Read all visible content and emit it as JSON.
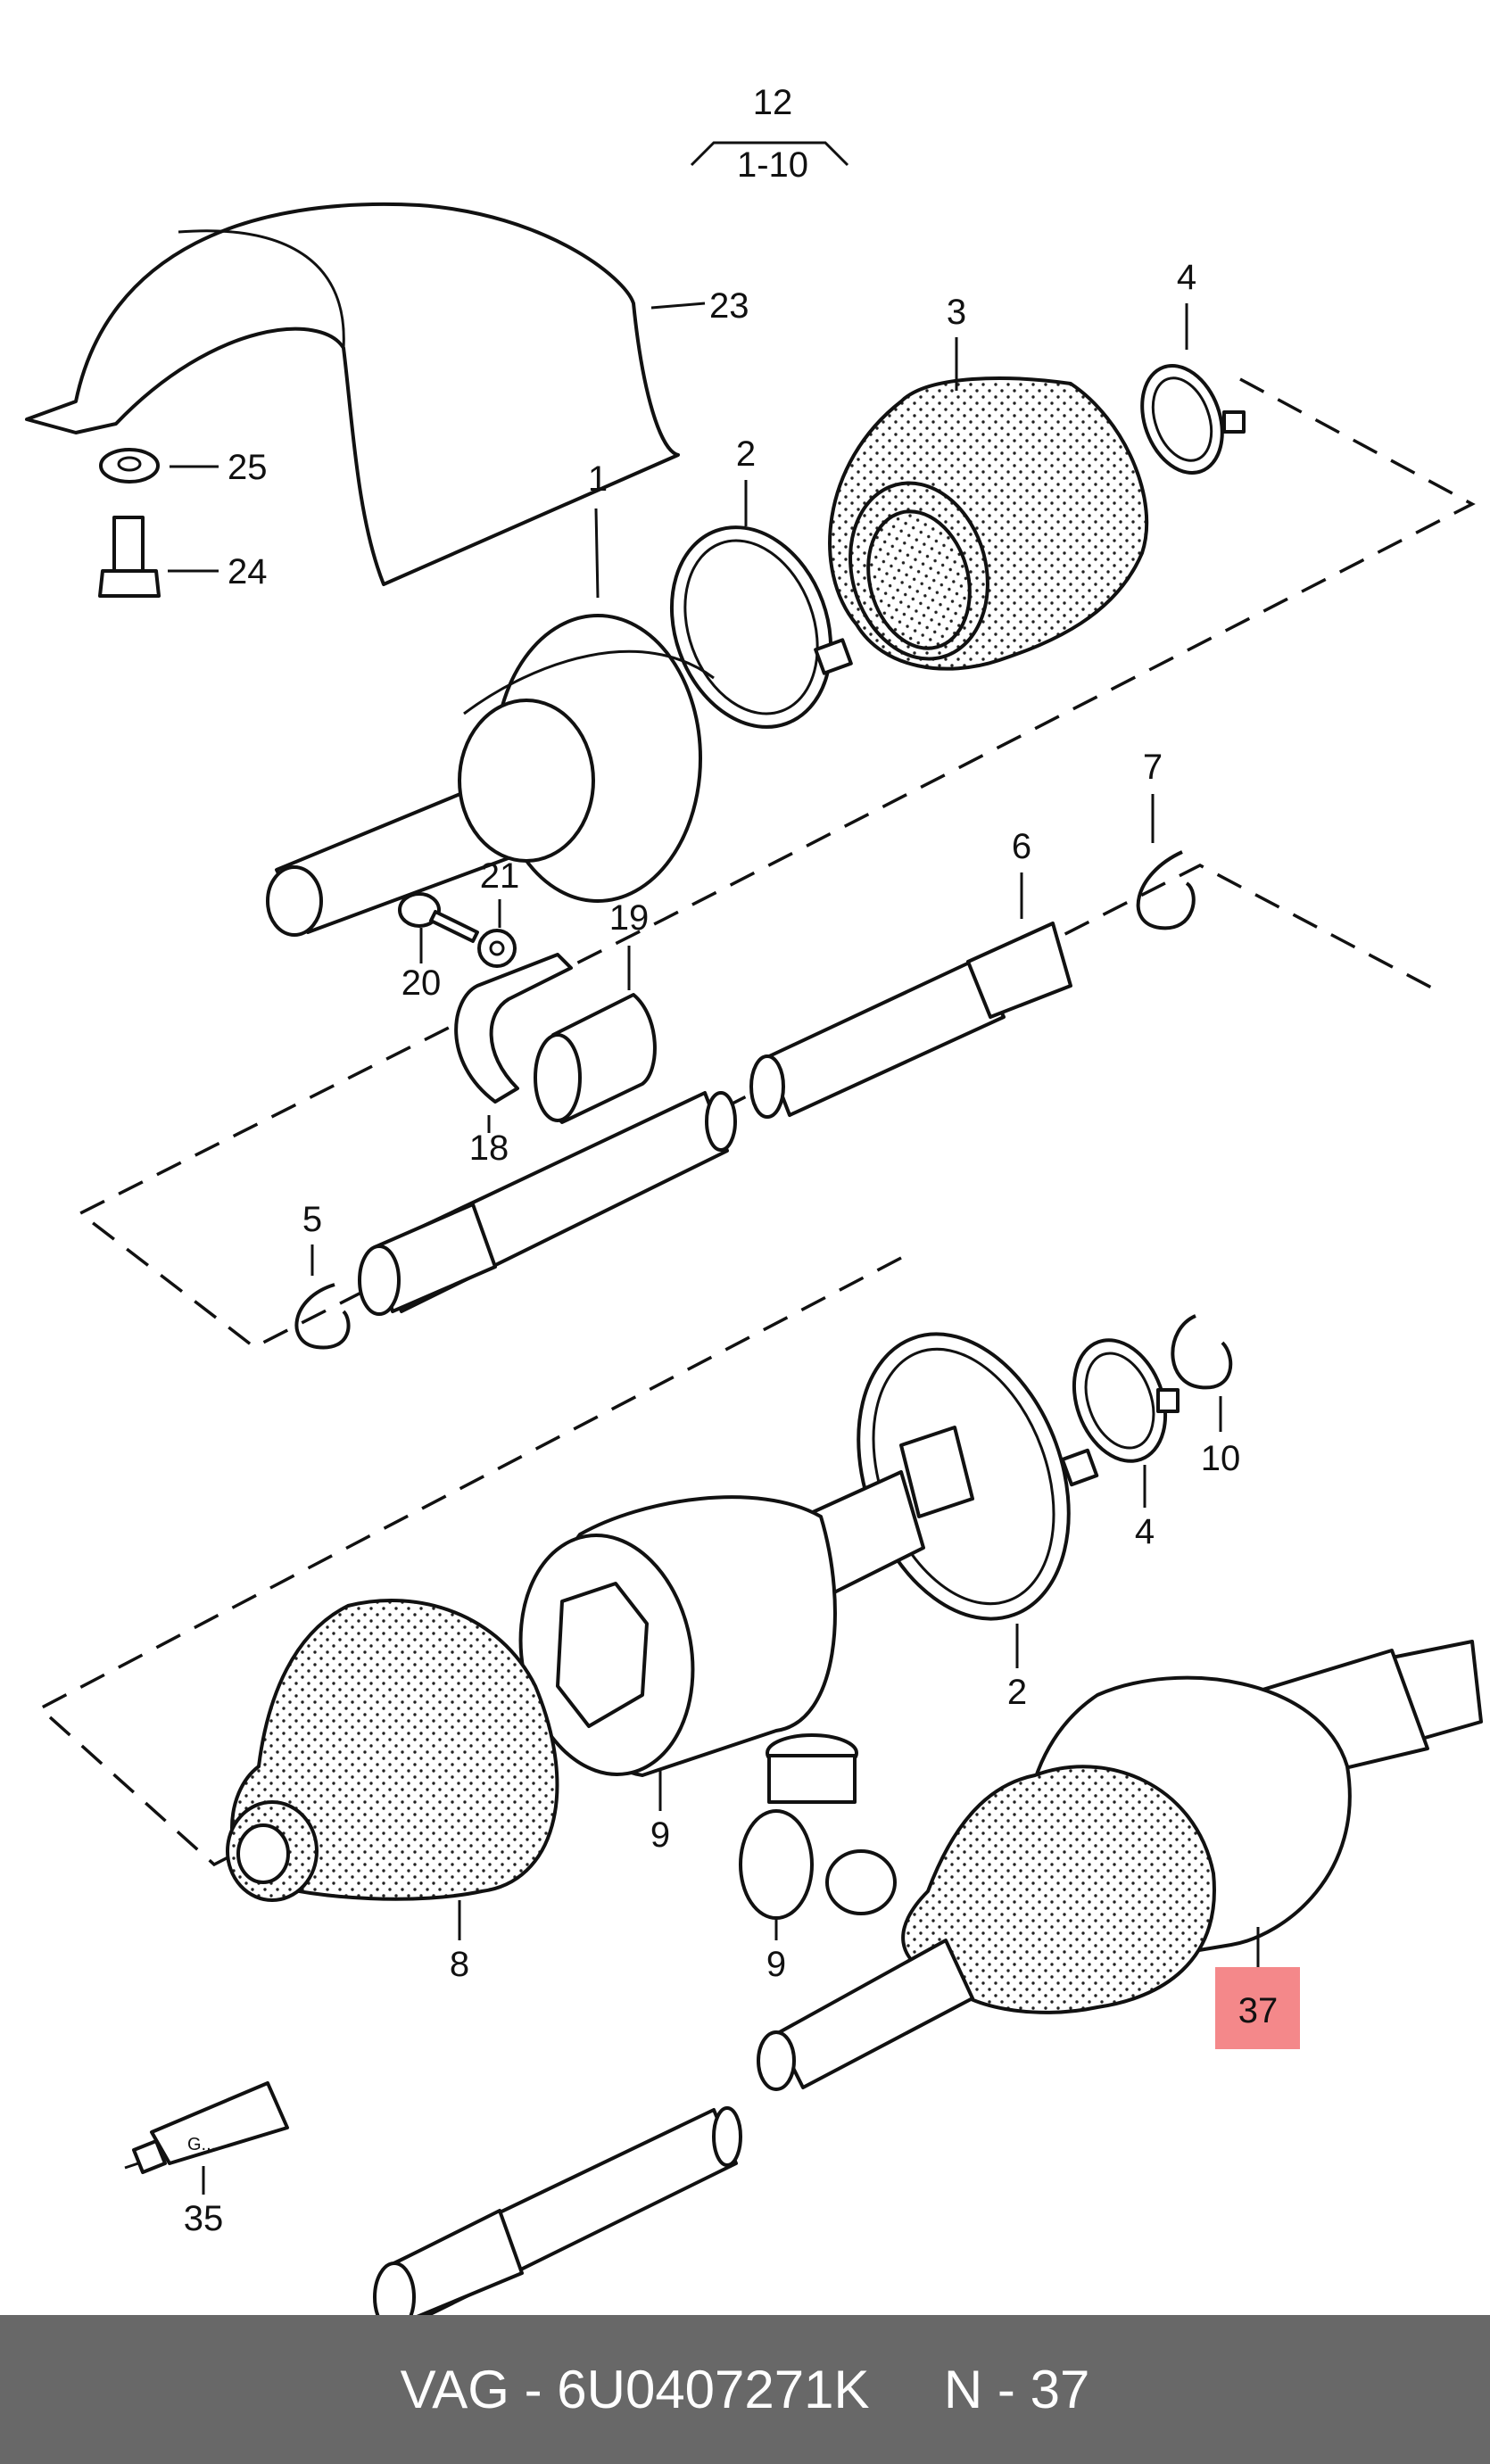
{
  "header": {
    "top": "12",
    "bottom": "1-10"
  },
  "callouts": {
    "c1": "1",
    "c2a": "2",
    "c2b": "2",
    "c3": "3",
    "c4a": "4",
    "c4b": "4",
    "c5": "5",
    "c6": "6",
    "c7": "7",
    "c8": "8",
    "c9a": "9",
    "c9b": "9",
    "c10": "10",
    "c18": "18",
    "c19": "19",
    "c20": "20",
    "c21": "21",
    "c23": "23",
    "c24": "24",
    "c25": "25",
    "c35": "35",
    "c37": "37"
  },
  "tube_text": "G...",
  "highlight_color": "#f4888a",
  "footer": {
    "part_number": "VAG - 6U0407271K",
    "position": "N - 37"
  }
}
